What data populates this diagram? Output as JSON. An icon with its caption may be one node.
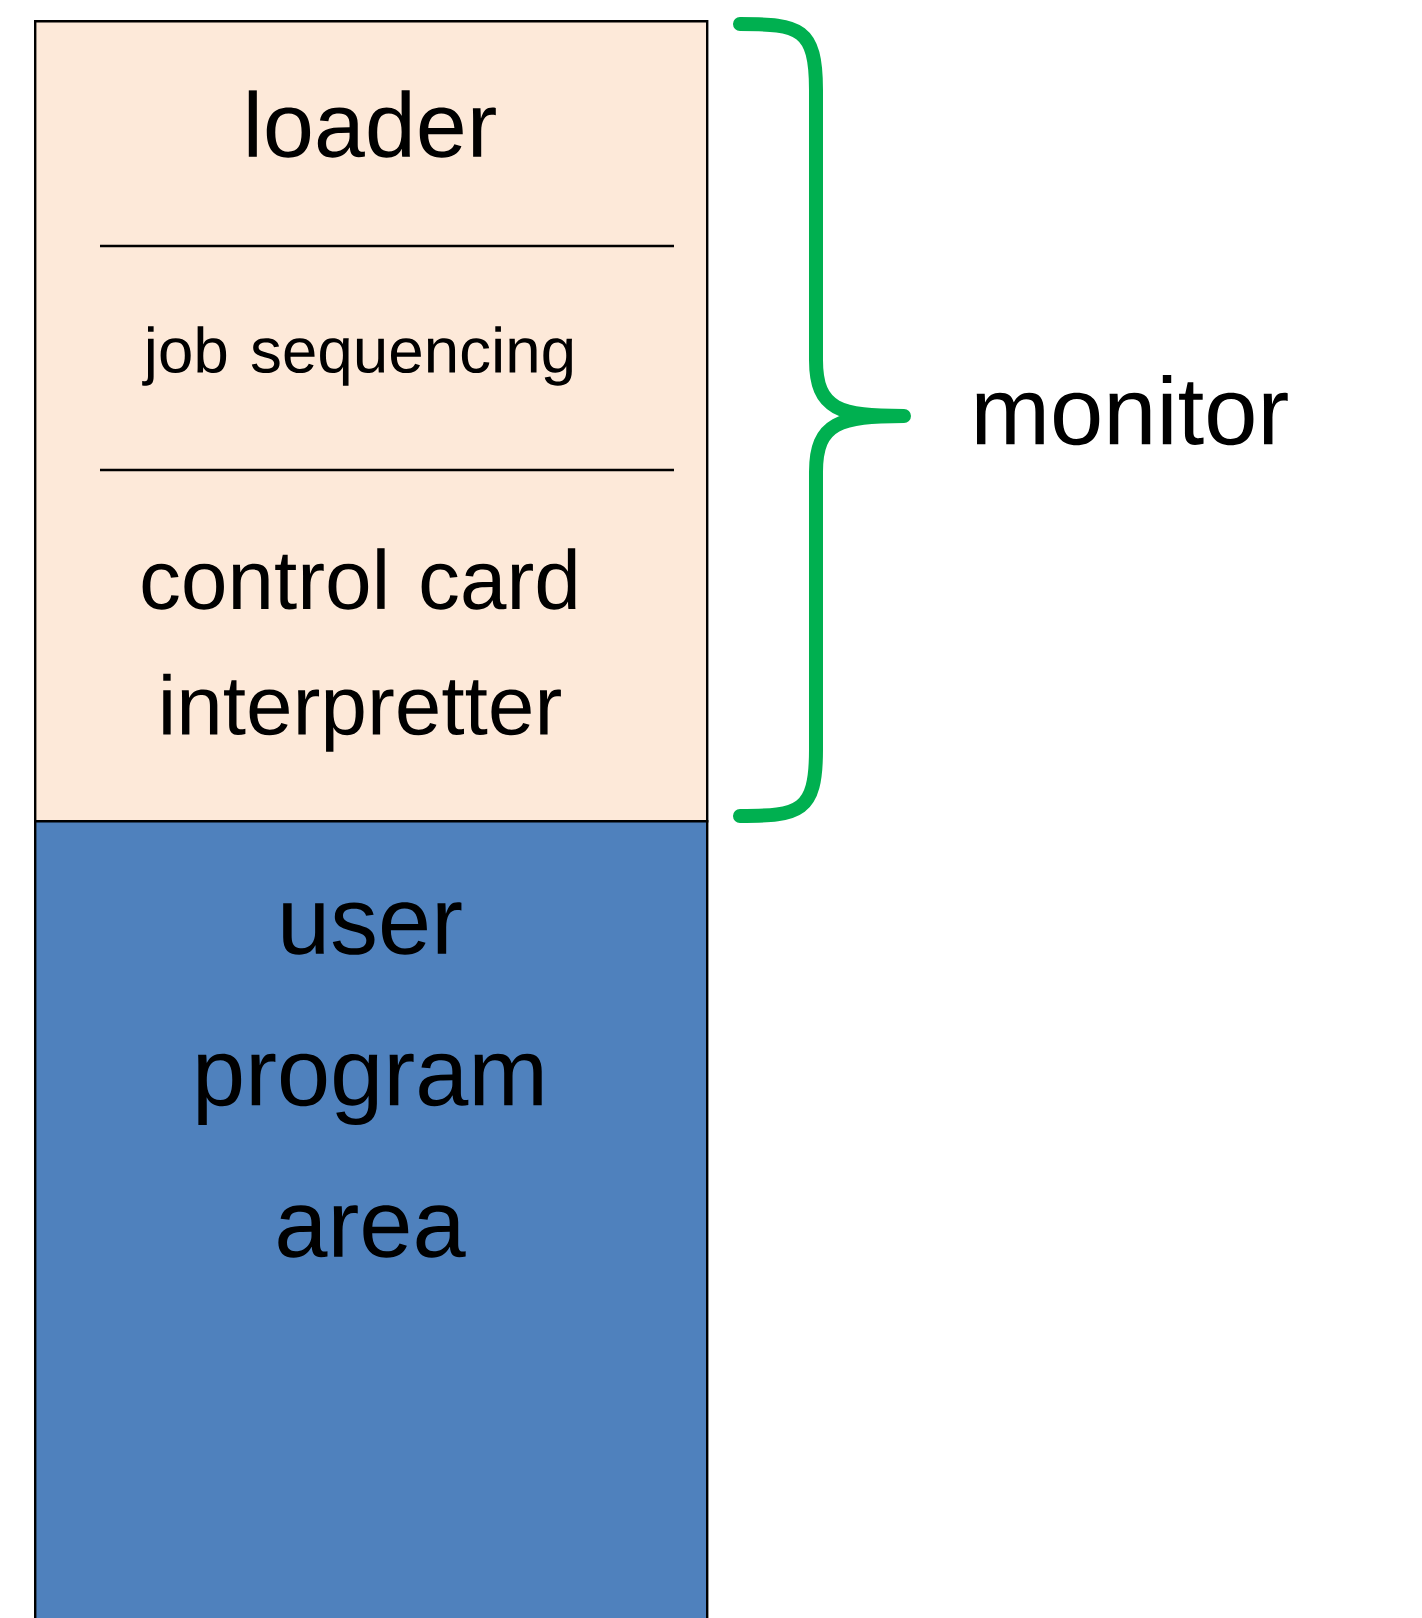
{
  "diagram": {
    "nodes": [
      {
        "text": [],
        "shape": "box"
      },
      {
        "text": [
          "loader"
        ],
        "in": 0
      },
      {
        "text": [
          "job sequencing"
        ],
        "in": 0
      },
      {
        "text": [
          "control card interpretter"
        ],
        "in": 0
      },
      {
        "text": [
          "user program area"
        ]
      }
    ],
    "edges": [],
    "labels": [
      "monitor"
    ]
  }
}
